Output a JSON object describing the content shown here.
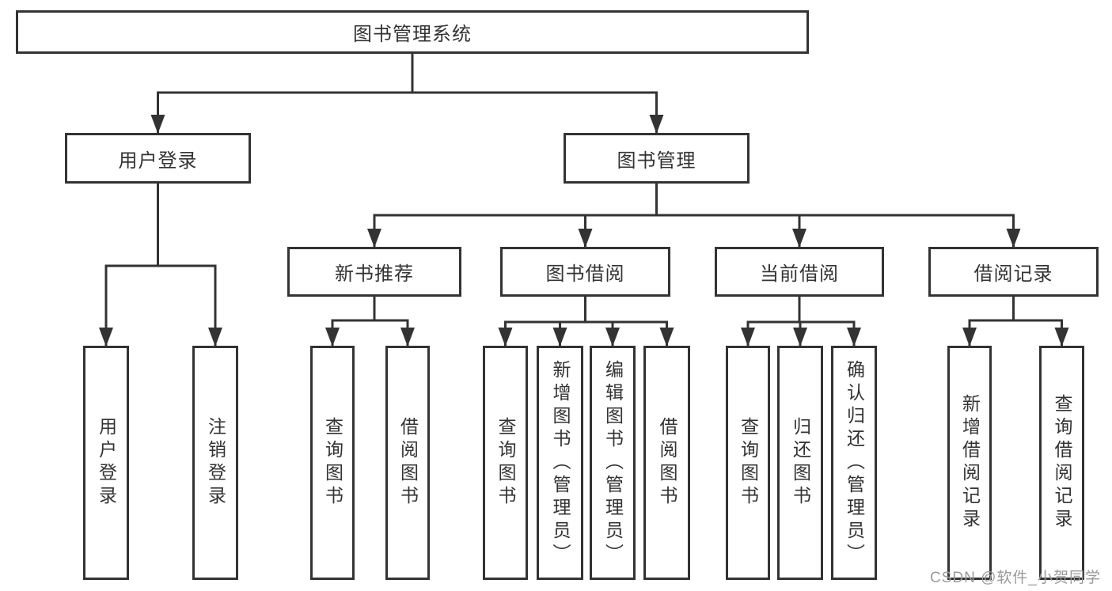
{
  "diagram": {
    "title": "图书管理系统",
    "watermark": "CSDN @软件_小贺同学",
    "colors": {
      "line": "#333333",
      "border": "#333333",
      "text": "#333333",
      "background": "#ffffff",
      "watermark": "#9a9a9a"
    },
    "nodes": [
      {
        "id": "root",
        "label": "图书管理系统",
        "orientation": "horizontal",
        "parent": null
      },
      {
        "id": "user-login",
        "label": "用户登录",
        "orientation": "horizontal",
        "parent": "root"
      },
      {
        "id": "book-mgmt",
        "label": "图书管理",
        "orientation": "horizontal",
        "parent": "root"
      },
      {
        "id": "login",
        "label": "用户登录",
        "orientation": "vertical",
        "parent": "user-login"
      },
      {
        "id": "logout",
        "label": "注销登录",
        "orientation": "vertical",
        "parent": "user-login"
      },
      {
        "id": "new-book-rec",
        "label": "新书推荐",
        "orientation": "horizontal",
        "parent": "book-mgmt"
      },
      {
        "id": "book-borrow",
        "label": "图书借阅",
        "orientation": "horizontal",
        "parent": "book-mgmt"
      },
      {
        "id": "current-borrow",
        "label": "当前借阅",
        "orientation": "horizontal",
        "parent": "book-mgmt"
      },
      {
        "id": "borrow-record",
        "label": "借阅记录",
        "orientation": "horizontal",
        "parent": "book-mgmt"
      },
      {
        "id": "rec-query-book",
        "label": "查询图书",
        "orientation": "vertical",
        "parent": "new-book-rec"
      },
      {
        "id": "rec-borrow-book",
        "label": "借阅图书",
        "orientation": "vertical",
        "parent": "new-book-rec"
      },
      {
        "id": "bb-query-book",
        "label": "查询图书",
        "orientation": "vertical",
        "parent": "book-borrow"
      },
      {
        "id": "bb-add-book",
        "label": "新增图书（管理员）",
        "orientation": "vertical",
        "parent": "book-borrow"
      },
      {
        "id": "bb-edit-book",
        "label": "编辑图书（管理员）",
        "orientation": "vertical",
        "parent": "book-borrow"
      },
      {
        "id": "bb-borrow-book",
        "label": "借阅图书",
        "orientation": "vertical",
        "parent": "book-borrow"
      },
      {
        "id": "cb-query-book",
        "label": "查询图书",
        "orientation": "vertical",
        "parent": "current-borrow"
      },
      {
        "id": "cb-return-book",
        "label": "归还图书",
        "orientation": "vertical",
        "parent": "current-borrow"
      },
      {
        "id": "cb-confirm-return",
        "label": "确认归还（管理员）",
        "orientation": "vertical",
        "parent": "current-borrow"
      },
      {
        "id": "br-add-record",
        "label": "新增借阅记录",
        "orientation": "vertical",
        "parent": "borrow-record"
      },
      {
        "id": "br-query-record",
        "label": "查询借阅记录",
        "orientation": "vertical",
        "parent": "borrow-record"
      }
    ]
  }
}
